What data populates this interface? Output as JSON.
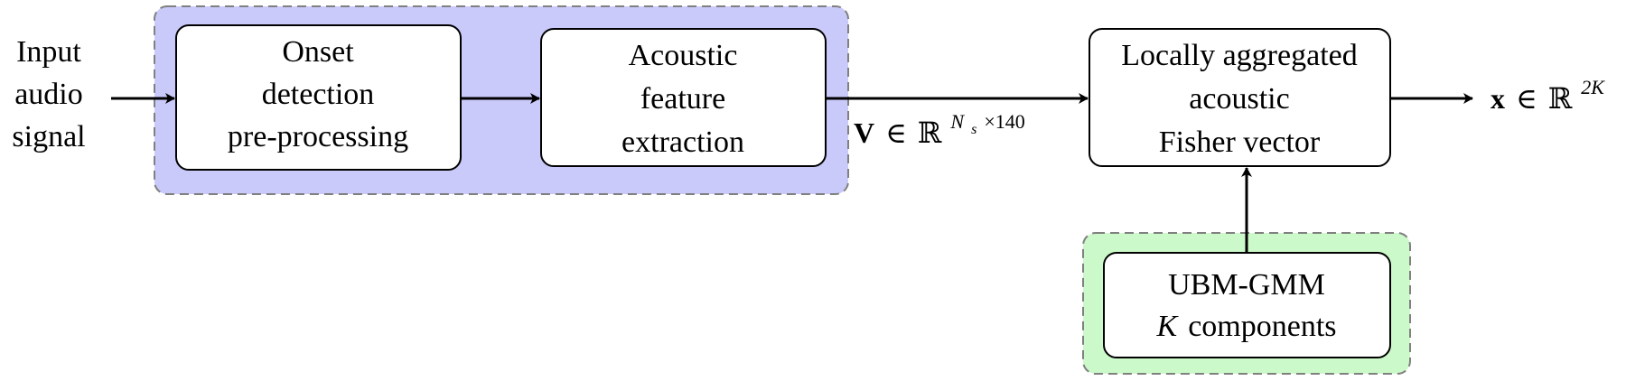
{
  "input_label": [
    "Input",
    "audio",
    "signal"
  ],
  "blocks": {
    "onset": [
      "Onset",
      "detection",
      "pre-processing"
    ],
    "acoustic": [
      "Acoustic",
      "feature",
      "extraction"
    ],
    "fisher": [
      "Locally aggregated",
      "acoustic",
      "Fisher vector"
    ],
    "ubm": {
      "line1": "UBM-GMM",
      "k_symbol": "K",
      "line2_rest": "components"
    }
  },
  "math": {
    "v_symbol": "V",
    "elem": "∈",
    "reals": "ℝ",
    "v_sup_base": "N",
    "v_sup_sub": "s",
    "v_sup_rest": "×140",
    "x_symbol": "x",
    "x_sup": "2K"
  },
  "colors": {
    "group_blue": "#c9c9fa",
    "group_green": "#ccf9c9",
    "group_border": "#808080",
    "block_border": "#000000"
  }
}
